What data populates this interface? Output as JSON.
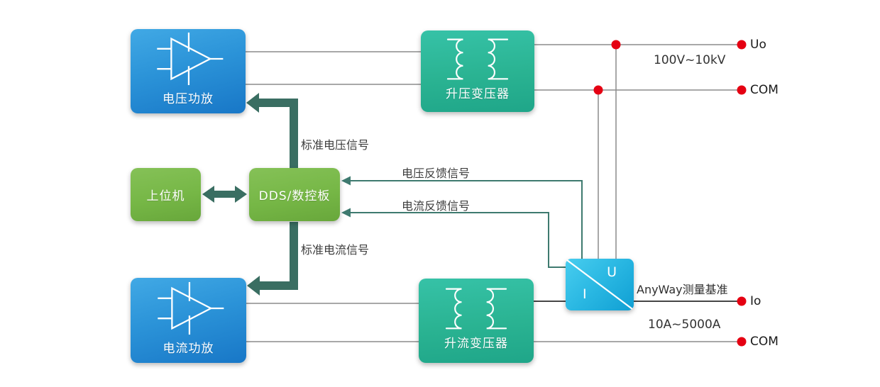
{
  "diagram": {
    "blocks": {
      "voltage_amp": {
        "label": "电压功放"
      },
      "voltage_transformer": {
        "label": "升压变压器"
      },
      "host": {
        "label": "上位机"
      },
      "dds": {
        "label": "DDS/数控板"
      },
      "current_amp": {
        "label": "电流功放"
      },
      "current_transformer": {
        "label": "升流变压器"
      },
      "measurement": {
        "u_label": "U",
        "i_label": "I",
        "caption": "AnyWay测量基准"
      }
    },
    "signals": {
      "std_voltage": "标准电压信号",
      "std_current": "标准电流信号",
      "fb_voltage": "电压反馈信号",
      "fb_current": "电流反馈信号"
    },
    "terminals": {
      "uo": "Uo",
      "uo_range": "100V~10kV",
      "com_top": "COM",
      "io": "Io",
      "io_range": "10A~5000A",
      "com_bottom": "COM"
    },
    "icons": {
      "amplifier": "opamp-icon",
      "transformer": "transformer-coils-icon",
      "junction": "red-junction-dot"
    },
    "colors": {
      "amp_box": "#2b93d8",
      "transformer_box": "#2ab392",
      "control_box": "#76b746",
      "measurement_box": "#29b7e2",
      "thick_arrow": "#3a6e62",
      "feedback_line": "#3e7a6f",
      "wire": "#8c8c8c",
      "current_wire": "#2b2b2b",
      "terminal_dot": "#e50012"
    }
  }
}
